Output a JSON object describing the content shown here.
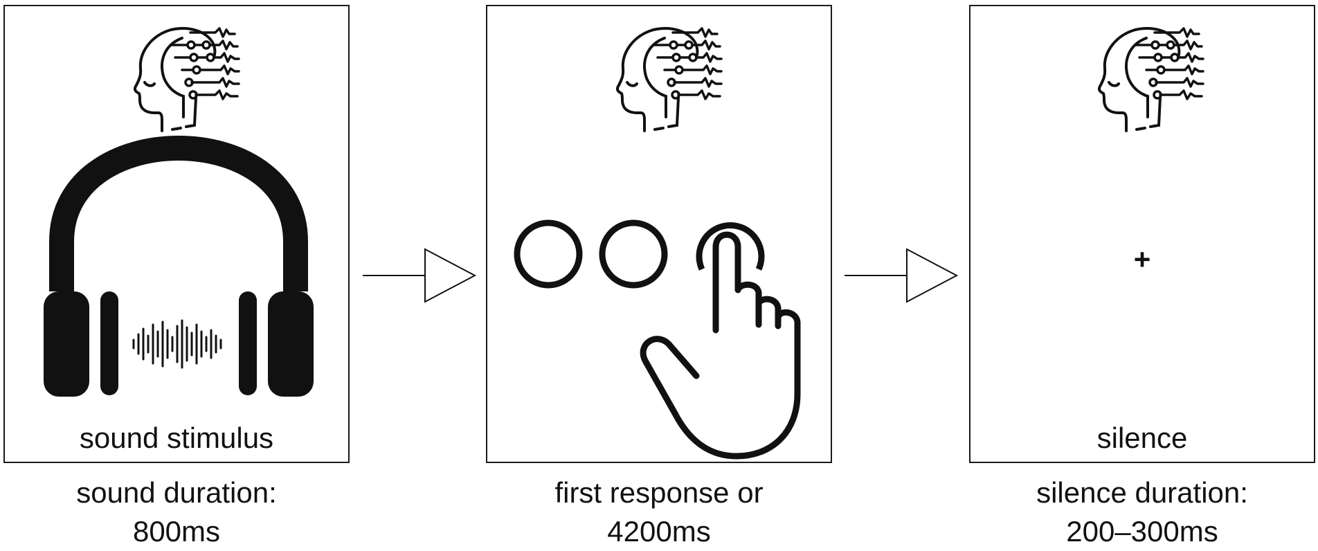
{
  "panels": [
    {
      "id": "sound",
      "label": "sound stimulus",
      "caption_line1": "sound duration:",
      "caption_line2": "800ms",
      "icons": [
        "eeg-head-icon",
        "headphones-soundwave-icon"
      ]
    },
    {
      "id": "response",
      "label": "",
      "caption_line1": "first response or",
      "caption_line2": "4200ms",
      "icons": [
        "eeg-head-icon",
        "response-circle-icon",
        "hand-pointer-icon"
      ]
    },
    {
      "id": "silence",
      "label": "silence",
      "fixation": "+",
      "caption_line1": "silence duration:",
      "caption_line2": "200–300ms",
      "icons": [
        "eeg-head-icon"
      ]
    }
  ],
  "colors": {
    "stroke": "#111111",
    "background": "#ffffff"
  }
}
